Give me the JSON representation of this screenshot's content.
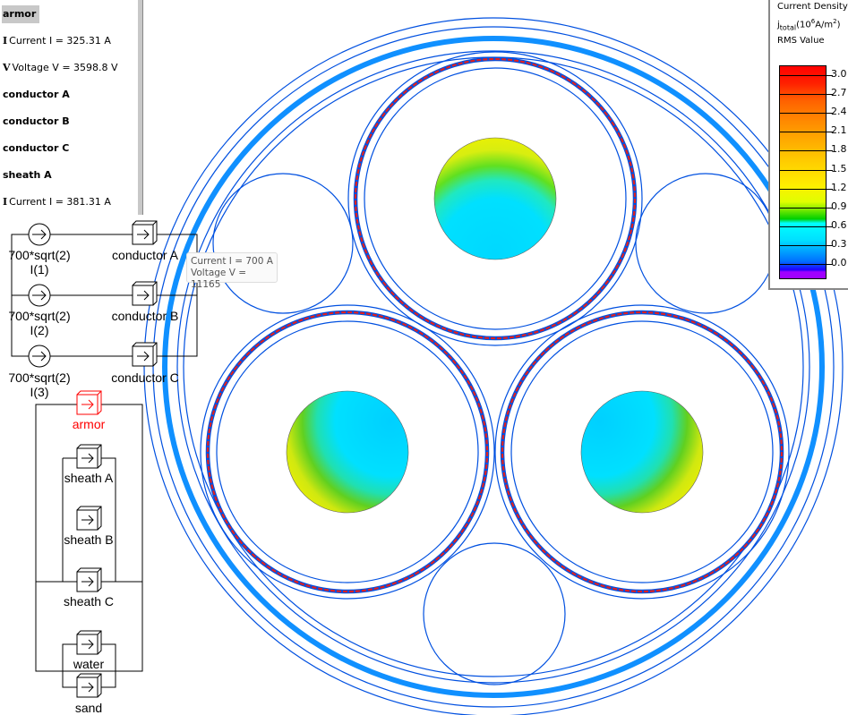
{
  "tree": {
    "items": [
      {
        "label": "armor",
        "bold": true,
        "selected": true
      },
      {
        "icon": "current-icon",
        "label": "Current I = 325.31 A"
      },
      {
        "icon": "voltage-icon",
        "label": "Voltage V = 3598.8 V"
      },
      {
        "label": "conductor A",
        "bold": true
      },
      {
        "label": "conductor B",
        "bold": true
      },
      {
        "label": "conductor C",
        "bold": true
      },
      {
        "label": "sheath A",
        "bold": true
      },
      {
        "icon": "current-icon",
        "label": "Current I = 381.31 A"
      }
    ],
    "icon_current": "I",
    "icon_voltage": "V"
  },
  "circuit": {
    "sources": [
      {
        "expr": "700*sqrt(2)",
        "name": "I(1)"
      },
      {
        "expr": "700*sqrt(2)",
        "name": "I(2)"
      },
      {
        "expr": "700*sqrt(2)",
        "name": "I(3)"
      }
    ],
    "blocks": [
      "conductor A",
      "conductor B",
      "conductor C",
      "armor",
      "sheath A",
      "sheath B",
      "sheath C",
      "water",
      "sand"
    ],
    "selected_color": "#ff0000"
  },
  "tooltip": {
    "current": "Current I = 700 A",
    "voltage": "Voltage V = 11165"
  },
  "legend": {
    "title": "Current Density",
    "quantity": "j",
    "quantity_sub": "total",
    "unit_pre": "(10",
    "unit_exp": "6",
    "unit_mid": "A/m",
    "unit_exp2": "2",
    "unit_post": ")",
    "mode": "RMS Value",
    "ticks": [
      "3.0",
      "2.7",
      "2.4",
      "2.1",
      "1.8",
      "1.5",
      "1.2",
      "0.9",
      "0.6",
      "0.3",
      "0.0"
    ]
  },
  "colors": {
    "outline": "#0050e0",
    "sheath": "#e02020",
    "armor": "#1090ff"
  }
}
